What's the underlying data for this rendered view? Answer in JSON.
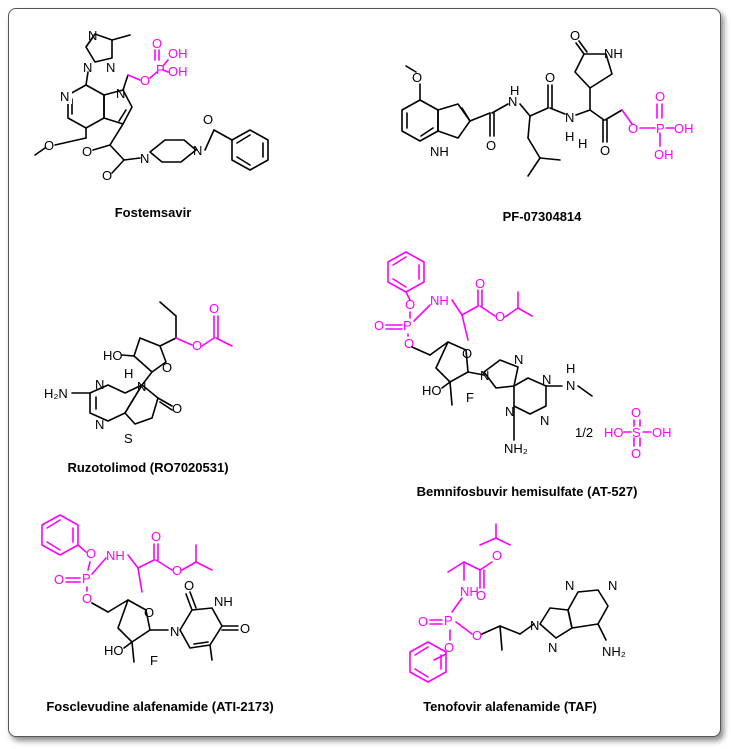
{
  "colors": {
    "accent": "#ff00ff",
    "bond": "#000000",
    "frame": "#555555"
  },
  "compounds": [
    {
      "name": "Fostemsavir"
    },
    {
      "name": "PF-07304814"
    },
    {
      "name": "Ruzotolimod (RO7020531)"
    },
    {
      "name": "Bemnifosbuvir hemisulfate (AT-527)"
    },
    {
      "name": "Fosclevudine alafenamide (ATI-2173)"
    },
    {
      "name": "Tenofovir alafenamide (TAF)"
    }
  ],
  "atoms": {
    "N": "N",
    "O": "O",
    "H": "H",
    "F": "F",
    "S": "S",
    "P": "P",
    "NH": "NH",
    "OH": "OH",
    "HO": "HO",
    "NH2": "NH₂",
    "H2N": "H₂N",
    "HN": "HN"
  },
  "bemnifosbuvir_ratio": "1/2"
}
